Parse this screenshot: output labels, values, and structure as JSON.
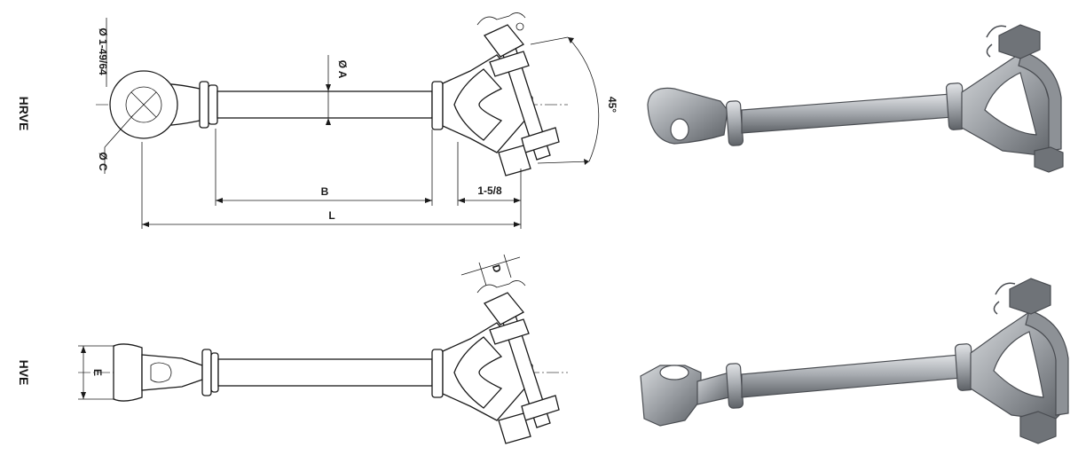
{
  "diagram": {
    "variants": [
      {
        "code": "HRVE"
      },
      {
        "code": "HVE"
      }
    ],
    "dimensions": {
      "eye_diameter": "Ø 1-49/64",
      "pin_diameter": "Ø C",
      "rod_diameter": "Ø A",
      "angle": "45°",
      "body_length": "B",
      "clevis_width": "1-5/8",
      "overall_length": "L",
      "bolt_dim": "D",
      "eye_width": "E"
    },
    "colors": {
      "line": "#1a1a1a",
      "metal_light": "#c9ccd0",
      "metal_mid": "#8d9196",
      "metal_dark": "#55595e"
    }
  }
}
